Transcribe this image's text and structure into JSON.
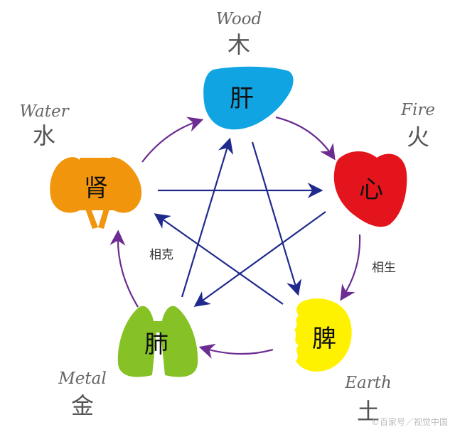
{
  "elements": {
    "wood": {
      "en": "Wood",
      "cn": "木",
      "organ": "肝",
      "color": "#10a4e3"
    },
    "fire": {
      "en": "Fire",
      "cn": "火",
      "organ": "心",
      "color": "#e3141b"
    },
    "earth": {
      "en": "Earth",
      "cn": "土",
      "organ": "脾",
      "color": "#fff200"
    },
    "metal": {
      "en": "Metal",
      "cn": "金",
      "organ": "肺",
      "color": "#86c226"
    },
    "water": {
      "en": "Water",
      "cn": "水",
      "organ": "肾",
      "color": "#f0950c"
    }
  },
  "relations": {
    "generating": "相生",
    "restraining": "相克",
    "generating_color": "#6c2c91",
    "restraining_color": "#1f2a8c"
  },
  "watermark": "©百家号／视觉中国"
}
